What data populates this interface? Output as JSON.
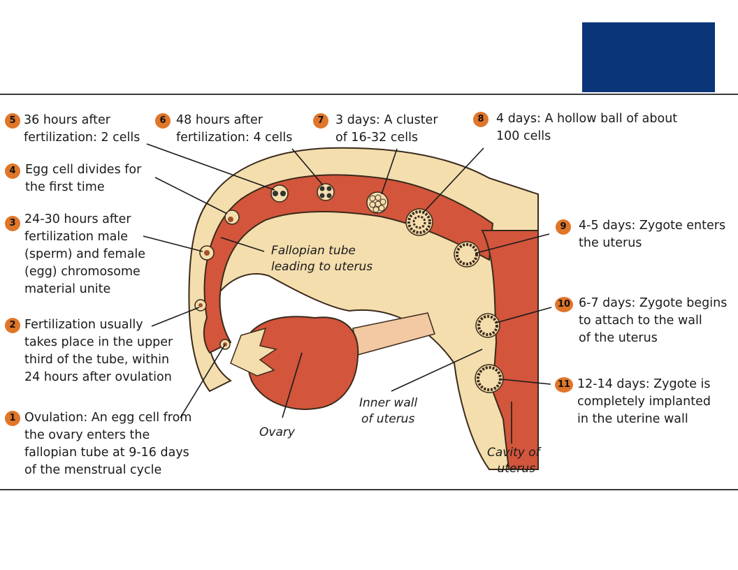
{
  "colors": {
    "accent_block": "#0b3579",
    "tube_fill": "#d2553c",
    "tissue_fill": "#f4deae",
    "step_badge": "#e0762a",
    "outline": "#3a2a1a"
  },
  "steps": [
    {
      "num": "1",
      "lines": [
        "Ovulation: An egg cell from",
        "the ovary enters the",
        "fallopian tube at 9-16 days",
        "of the menstrual cycle"
      ]
    },
    {
      "num": "2",
      "lines": [
        "Fertilization usually",
        "takes place in the upper",
        "third of the tube, within",
        "24 hours after ovulation"
      ]
    },
    {
      "num": "3",
      "lines": [
        "24-30 hours after",
        "fertilization male",
        "(sperm) and female",
        "(egg) chromosome",
        "material unite"
      ]
    },
    {
      "num": "4",
      "lines": [
        "Egg cell divides for",
        "the first time"
      ]
    },
    {
      "num": "5",
      "lines": [
        "36 hours after",
        "fertilization: 2 cells"
      ]
    },
    {
      "num": "6",
      "lines": [
        "48 hours after",
        "fertilization: 4 cells"
      ]
    },
    {
      "num": "7",
      "lines": [
        "3 days: A cluster",
        "of 16-32 cells"
      ]
    },
    {
      "num": "8",
      "lines": [
        "4 days: A hollow ball of about",
        "100 cells"
      ]
    },
    {
      "num": "9",
      "lines": [
        "4-5 days: Zygote enters",
        "the uterus"
      ]
    },
    {
      "num": "10",
      "lines": [
        "6-7 days: Zygote begins",
        "to attach to the wall",
        "of the uterus"
      ]
    },
    {
      "num": "11",
      "lines": [
        "12-14 days: Zygote is",
        "completely implanted",
        "in the uterine wall"
      ]
    }
  ],
  "labels": {
    "fallopian": [
      "Fallopian tube",
      "leading to uterus"
    ],
    "ovary": "Ovary",
    "inner_wall": [
      "Inner wall",
      "of uterus"
    ],
    "cavity": [
      "Cavity of",
      "uterus"
    ]
  }
}
